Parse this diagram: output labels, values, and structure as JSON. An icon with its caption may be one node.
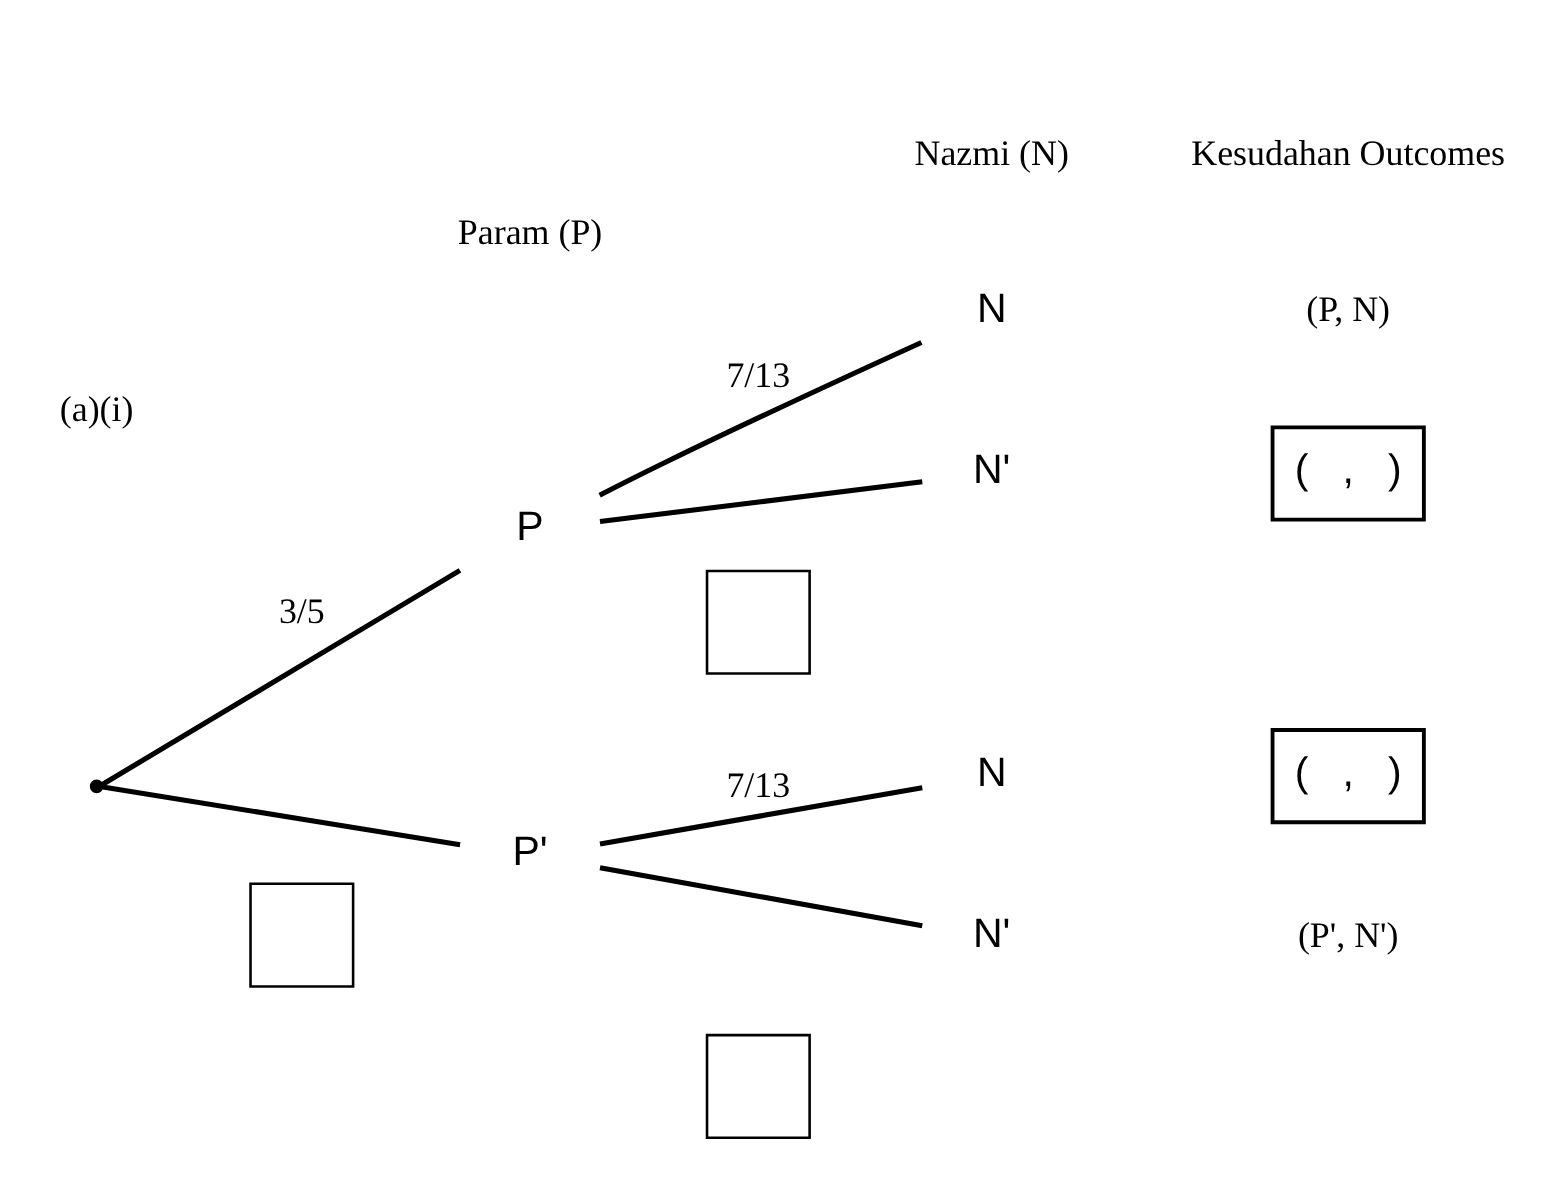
{
  "diagram": {
    "nodes": [
      {
        "text": [],
        "shape": "point"
      },
      {
        "text": [
          "P"
        ]
      },
      {
        "text": [
          "P'"
        ]
      },
      {
        "text": [
          "N"
        ]
      },
      {
        "text": [
          "N'"
        ]
      },
      {
        "text": [
          "N"
        ]
      },
      {
        "text": [
          "N'"
        ]
      },
      {
        "text": [],
        "shape": "box"
      },
      {
        "text": [],
        "shape": "box"
      },
      {
        "text": [],
        "shape": "box"
      },
      {
        "text": [
          "(   ,   )"
        ]
      },
      {
        "text": [
          "(   ,   )"
        ]
      }
    ],
    "edges": [
      {
        "from": 0,
        "to": 1,
        "arrow": "none",
        "label": "3/5"
      },
      {
        "from": 0,
        "to": 2,
        "arrow": "none"
      },
      {
        "from": 1,
        "to": 3,
        "arrow": "none",
        "label": "7/13"
      },
      {
        "from": 1,
        "to": 4,
        "arrow": "none"
      },
      {
        "from": 2,
        "to": 5,
        "arrow": "none",
        "label": "7/13"
      },
      {
        "from": 2,
        "to": 6,
        "arrow": "none"
      }
    ],
    "labels": [
      "(a)(i)",
      "Param (P)",
      "Nazmi (N)",
      "Kesudahan Outcomes",
      "(P, N)",
      "(P', N')"
    ]
  }
}
